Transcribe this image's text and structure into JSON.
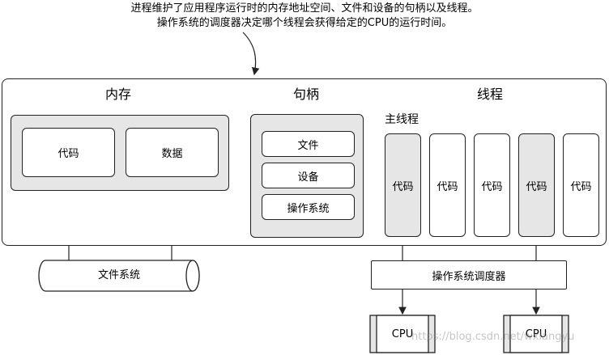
{
  "annotation": {
    "line1": "进程维护了应用程序运行时的内存地址空间、文件和设备的句柄以及线程。",
    "line2": "操作系统的调度器决定哪个线程会获得给定的CPU的运行时间。"
  },
  "memory": {
    "title": "内存",
    "code": "代码",
    "data": "数据"
  },
  "handles": {
    "title": "句柄",
    "items": [
      "文件",
      "设备",
      "操作系统"
    ]
  },
  "threads": {
    "title": "线程",
    "main_label": "主线程",
    "items": [
      "代码",
      "代码",
      "代码",
      "代码",
      "代码"
    ]
  },
  "filesystem": {
    "label": "文件系统"
  },
  "scheduler": {
    "label": "操作系统调度器"
  },
  "cpus": [
    "CPU",
    "CPU"
  ],
  "watermark": "https://blog.csdn.net/wxiangyu",
  "colors": {
    "grey_fill": "#e6e6e6",
    "stroke": "#222222"
  }
}
